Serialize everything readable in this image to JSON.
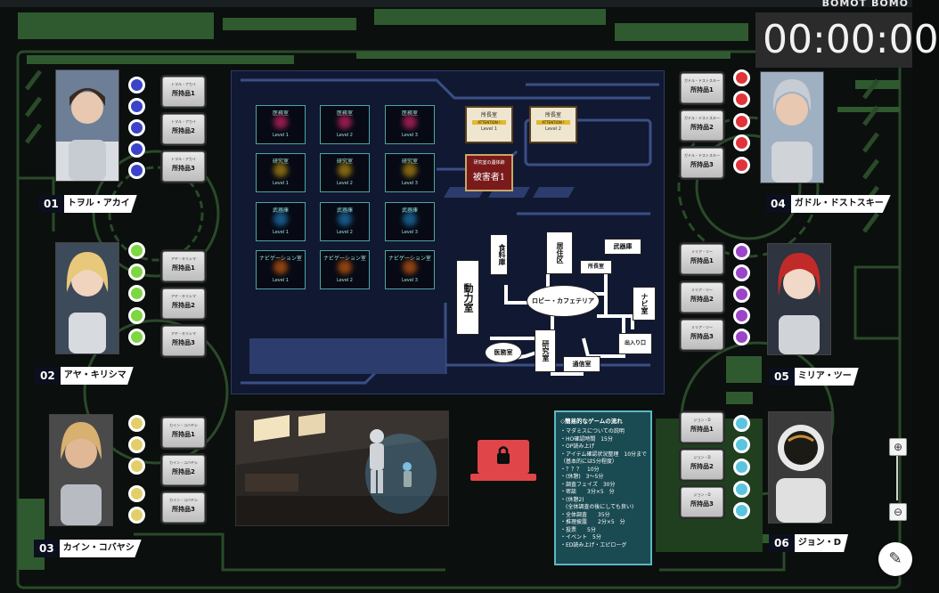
{
  "topbar": {
    "text": "BOMOT BOMO"
  },
  "timer": {
    "value": "00:00:00"
  },
  "characters": [
    {
      "num": "01",
      "name": "トヲル・アカイ",
      "owner": "トヲル・アカイ",
      "color": "#3b44c9",
      "items": [
        "所持品1",
        "所持品2",
        "所持品3"
      ]
    },
    {
      "num": "02",
      "name": "アヤ・キリシマ",
      "owner": "アヤ・キリシマ",
      "color": "#7dd642",
      "items": [
        "所持品1",
        "所持品2",
        "所持品3"
      ]
    },
    {
      "num": "03",
      "name": "カイン・コバヤシ",
      "owner": "カイン・コバヤシ",
      "color": "#e3cf6a",
      "items": [
        "所持品1",
        "所持品2",
        "所持品3"
      ]
    },
    {
      "num": "04",
      "name": "ガドル・ドストスキー",
      "owner": "ガドル・ドストスキー",
      "color": "#e0333a",
      "items": [
        "所持品1",
        "所持品2",
        "所持品3"
      ]
    },
    {
      "num": "05",
      "name": "ミリア・ツー",
      "owner": "ミリア・ツー",
      "color": "#9b45c9",
      "items": [
        "所持品1",
        "所持品2",
        "所持品3"
      ]
    },
    {
      "num": "06",
      "name": "ジョン・D",
      "owner": "ジョン・D",
      "color": "#5bc4df",
      "items": [
        "所持品1",
        "所持品2",
        "所持品3"
      ]
    }
  ],
  "rooms": [
    {
      "name": "医務室",
      "levels": [
        "Level 1",
        "Level 2",
        "Level 3"
      ],
      "glow": "#b0205a"
    },
    {
      "name": "研究室",
      "levels": [
        "Level 1",
        "Level 2",
        "Level 3"
      ],
      "glow": "#a07a10"
    },
    {
      "name": "武器庫",
      "levels": [
        "Level 1",
        "Level 2",
        "Level 3"
      ],
      "glow": "#1a6aa0"
    },
    {
      "name": "ナビゲーション室",
      "levels": [
        "Level 1",
        "Level 2",
        "Level 3"
      ],
      "glow": "#b05010"
    }
  ],
  "attention_cards": [
    {
      "title": "所長室",
      "badge": "ATTENTION !",
      "level": "Level 1"
    },
    {
      "title": "所長室",
      "badge": "ATTENTION !",
      "level": "Level 2"
    }
  ],
  "victim_card": {
    "title": "研究室の遺体跡",
    "name": "被害者1"
  },
  "map": {
    "food": "食料庫",
    "living": "居住区",
    "weapons": "武器庫",
    "director": "所長室",
    "power": "動力室",
    "lobby": "ロビー・カフェテリア",
    "navi": "ナビ室",
    "medical": "医務室",
    "research": "研究室",
    "comms": "通信室",
    "exit": "出入り口"
  },
  "schedule": {
    "title": "◇簡易的なゲームの流れ",
    "lines": [
      "・マダミスについての説明",
      "・HO確認時間　15分",
      "・OP読み上げ",
      "・アイテム確認状況整理　10分まで",
      "（基本的には5分程度）",
      "・？？？　10分",
      "・(休憩)　3～5分",
      "・調査フェイズ　30分",
      "・密談　　3分×5　分",
      "・(休憩2)",
      "　(全体調査の後にしても良い)",
      "・全体調査　　35分",
      "・推理披露　　2分×5　分",
      "・投票　　5分",
      "・イベント　5分",
      "・ED読み上げ・エピローグ"
    ]
  }
}
